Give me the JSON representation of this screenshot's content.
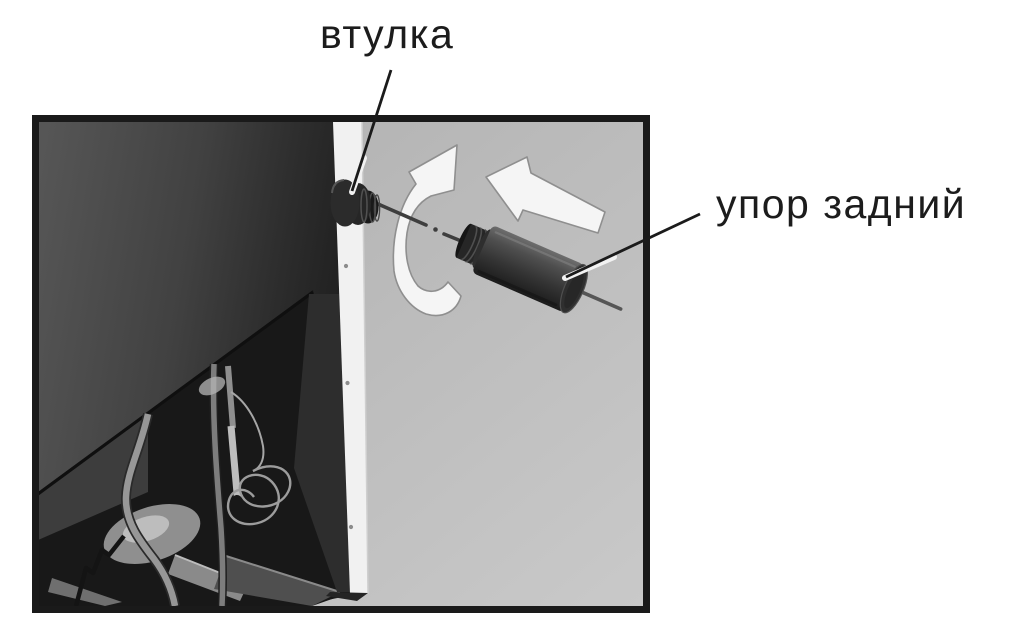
{
  "figure": {
    "type": "manual-illustration",
    "labels": {
      "bushing": "втулка",
      "rear_stop": "упор задний"
    },
    "icons": {
      "rotate_arrow": "rotate-counterclockwise-arrow-icon",
      "direction_arrow": "direction-left-arrow-icon"
    },
    "colors": {
      "page-bg": "#ffffff",
      "text": "#1c1c1c",
      "frame": "#1a1a1a",
      "leader": "#1b1b1b",
      "photo-bg": "#bcbcbc",
      "panel-dark": "#3f3f3f",
      "under-shadow": "#181818",
      "side-strip": "#f1f1f1",
      "part-dark": "#2b2b2b",
      "arrow-fill": "#f5f5f5",
      "arrow-outline": "#8f8f8f"
    }
  }
}
